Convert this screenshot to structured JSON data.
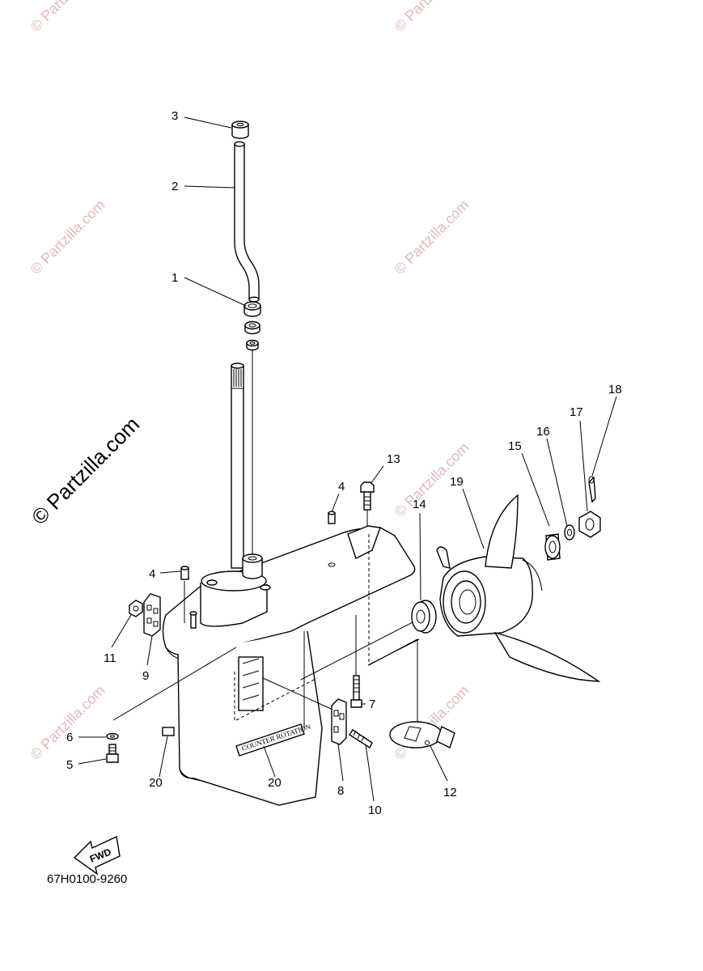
{
  "diagram": {
    "reference_code": "67H0100-9260",
    "fwd_label": "FWD",
    "decal_text": "COUNTER ROTATION",
    "watermark": "© Partzilla.com",
    "callouts": [
      {
        "id": "c1",
        "label": "1"
      },
      {
        "id": "c2",
        "label": "2"
      },
      {
        "id": "c3",
        "label": "3"
      },
      {
        "id": "c4a",
        "label": "4"
      },
      {
        "id": "c4b",
        "label": "4"
      },
      {
        "id": "c5",
        "label": "5"
      },
      {
        "id": "c6",
        "label": "6"
      },
      {
        "id": "c7",
        "label": "7"
      },
      {
        "id": "c8",
        "label": "8"
      },
      {
        "id": "c9",
        "label": "9"
      },
      {
        "id": "c10",
        "label": "10"
      },
      {
        "id": "c11",
        "label": "11"
      },
      {
        "id": "c12",
        "label": "12"
      },
      {
        "id": "c13",
        "label": "13"
      },
      {
        "id": "c14",
        "label": "14"
      },
      {
        "id": "c15",
        "label": "15"
      },
      {
        "id": "c16",
        "label": "16"
      },
      {
        "id": "c17",
        "label": "17"
      },
      {
        "id": "c18",
        "label": "18"
      },
      {
        "id": "c19",
        "label": "19"
      },
      {
        "id": "c20a",
        "label": "20"
      },
      {
        "id": "c20b",
        "label": "20"
      }
    ]
  }
}
